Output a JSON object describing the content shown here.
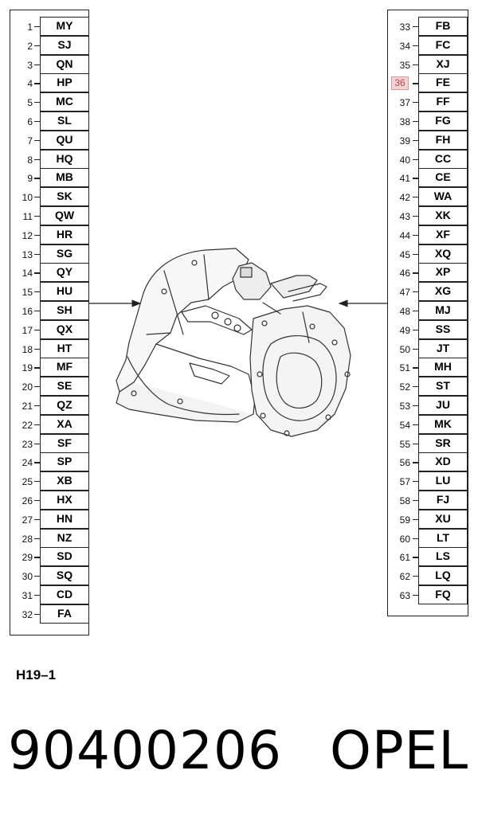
{
  "left_panel": {
    "rows": [
      {
        "num": "1",
        "code": "MY"
      },
      {
        "num": "2",
        "code": "SJ"
      },
      {
        "num": "3",
        "code": "QN"
      },
      {
        "num": "4",
        "code": "HP"
      },
      {
        "num": "5",
        "code": "MC"
      },
      {
        "num": "6",
        "code": "SL"
      },
      {
        "num": "7",
        "code": "QU"
      },
      {
        "num": "8",
        "code": "HQ"
      },
      {
        "num": "9",
        "code": "MB"
      },
      {
        "num": "10",
        "code": "SK"
      },
      {
        "num": "11",
        "code": "QW"
      },
      {
        "num": "12",
        "code": "HR"
      },
      {
        "num": "13",
        "code": "SG"
      },
      {
        "num": "14",
        "code": "QY"
      },
      {
        "num": "15",
        "code": "HU"
      },
      {
        "num": "16",
        "code": "SH"
      },
      {
        "num": "17",
        "code": "QX"
      },
      {
        "num": "18",
        "code": "HT"
      },
      {
        "num": "19",
        "code": "MF"
      },
      {
        "num": "20",
        "code": "SE"
      },
      {
        "num": "21",
        "code": "QZ"
      },
      {
        "num": "22",
        "code": "XA"
      },
      {
        "num": "23",
        "code": "SF"
      },
      {
        "num": "24",
        "code": "SP"
      },
      {
        "num": "25",
        "code": "XB"
      },
      {
        "num": "26",
        "code": "HX"
      },
      {
        "num": "27",
        "code": "HN"
      },
      {
        "num": "28",
        "code": "NZ"
      },
      {
        "num": "29",
        "code": "SD"
      },
      {
        "num": "30",
        "code": "SQ"
      },
      {
        "num": "31",
        "code": "CD"
      },
      {
        "num": "32",
        "code": "FA"
      }
    ]
  },
  "right_panel": {
    "rows": [
      {
        "num": "33",
        "code": "FB"
      },
      {
        "num": "34",
        "code": "FC"
      },
      {
        "num": "35",
        "code": "XJ"
      },
      {
        "num": "36",
        "code": "FE",
        "highlighted": true
      },
      {
        "num": "37",
        "code": "FF"
      },
      {
        "num": "38",
        "code": "FG"
      },
      {
        "num": "39",
        "code": "FH"
      },
      {
        "num": "40",
        "code": "CC"
      },
      {
        "num": "41",
        "code": "CE"
      },
      {
        "num": "42",
        "code": "WA"
      },
      {
        "num": "43",
        "code": "XK"
      },
      {
        "num": "44",
        "code": "XF"
      },
      {
        "num": "45",
        "code": "XQ"
      },
      {
        "num": "46",
        "code": "XP"
      },
      {
        "num": "47",
        "code": "XG"
      },
      {
        "num": "48",
        "code": "MJ"
      },
      {
        "num": "49",
        "code": "SS"
      },
      {
        "num": "50",
        "code": "JT"
      },
      {
        "num": "51",
        "code": "MH"
      },
      {
        "num": "52",
        "code": "ST"
      },
      {
        "num": "53",
        "code": "JU"
      },
      {
        "num": "54",
        "code": "MK"
      },
      {
        "num": "55",
        "code": "SR"
      },
      {
        "num": "56",
        "code": "XD"
      },
      {
        "num": "57",
        "code": "LU"
      },
      {
        "num": "58",
        "code": "FJ"
      },
      {
        "num": "59",
        "code": "XU"
      },
      {
        "num": "60",
        "code": "LT"
      },
      {
        "num": "61",
        "code": "LS"
      },
      {
        "num": "62",
        "code": "LQ"
      },
      {
        "num": "63",
        "code": "FQ"
      }
    ]
  },
  "figure_ref": "H19–1",
  "part_number": "90400206",
  "brand": "OPEL",
  "colors": {
    "line": "#222222",
    "highlight_fill": "#f6d2d2",
    "highlight_text": "#b04848"
  }
}
